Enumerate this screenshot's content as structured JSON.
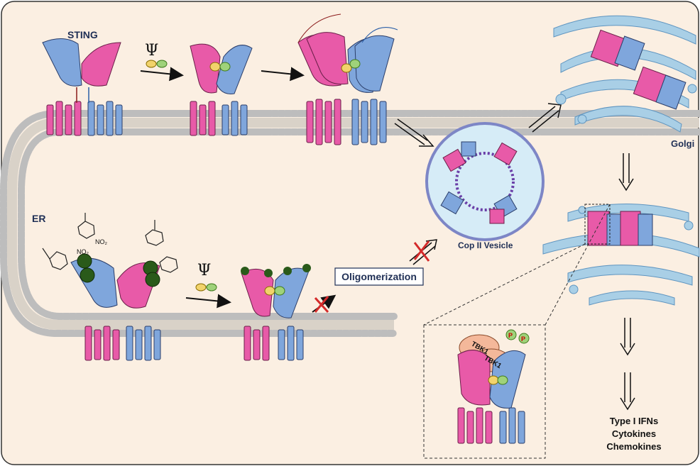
{
  "labels": {
    "sting": "STING",
    "er": "ER",
    "oligomerization": "Oligomerization",
    "cop_vesicle": "Cop II Vesicle",
    "golgi": "Golgi",
    "tbk1_a": "TBK1",
    "tbk1_b": "TBK1",
    "phospho_a": "P",
    "phospho_b": "P",
    "no2_a": "NO₂",
    "no2_b": "NO₂",
    "outputs": [
      "Type I IFNs",
      "Cytokines",
      "Chemokines"
    ]
  },
  "colors": {
    "background": "#fbefe2",
    "border": "#333333",
    "membrane_head": "#bdbdbd",
    "sting_pink": "#e85aa8",
    "sting_blue": "#7fa6dc",
    "golgi": "#a9cfe6",
    "vesicle_fill": "#d6ecf7",
    "vesicle_ring": "#7d86c6",
    "ligand_yellow": "#f2d36b",
    "ligand_green": "#9fd27a",
    "red_cross": "#d42a2a",
    "label_text": "#1f2f55"
  }
}
